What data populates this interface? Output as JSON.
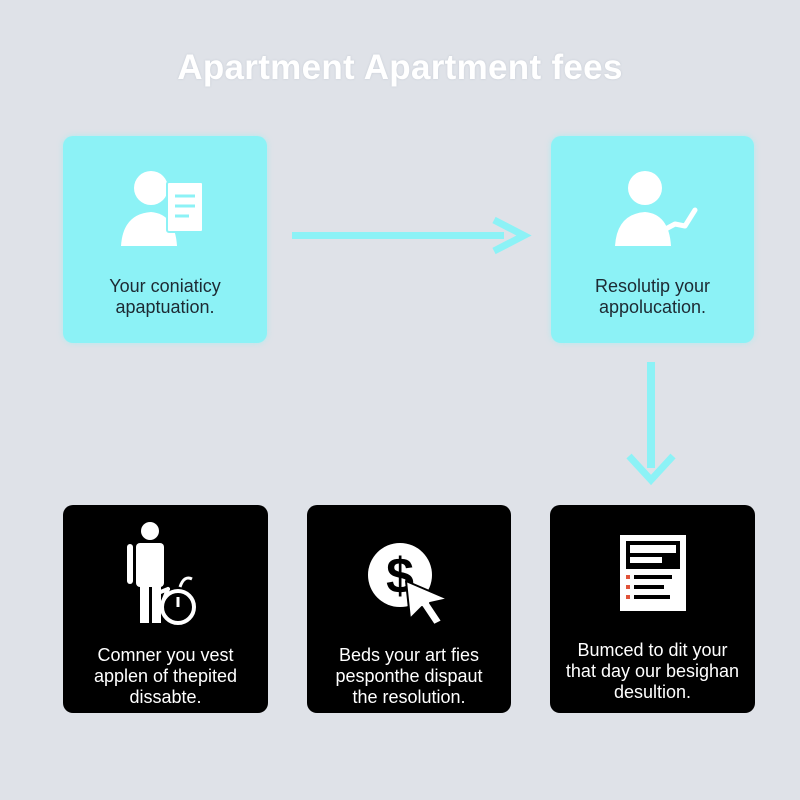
{
  "title": "Apartment Apartment fees",
  "colors": {
    "background": "#dfe2e8",
    "card_light": "#8cf2f6",
    "card_dark": "#000000",
    "arrow": "#8cf2f6"
  },
  "cards": [
    {
      "text": "Your coniaticy\napaptuation.",
      "icon": "person-document-icon"
    },
    {
      "text": "Resolutip your\nappolucation.",
      "icon": "person-signing-icon"
    },
    {
      "text": "Comner you vest\napplen of thepited\ndissabte.",
      "icon": "person-timer-icon"
    },
    {
      "text": "Beds your art fies\npesponthe dispaut\nthe resolution.",
      "icon": "dollar-cursor-icon"
    },
    {
      "text": "Bumced to dit your\nthat day our besighan\ndesultion.",
      "icon": "document-list-icon"
    }
  ]
}
